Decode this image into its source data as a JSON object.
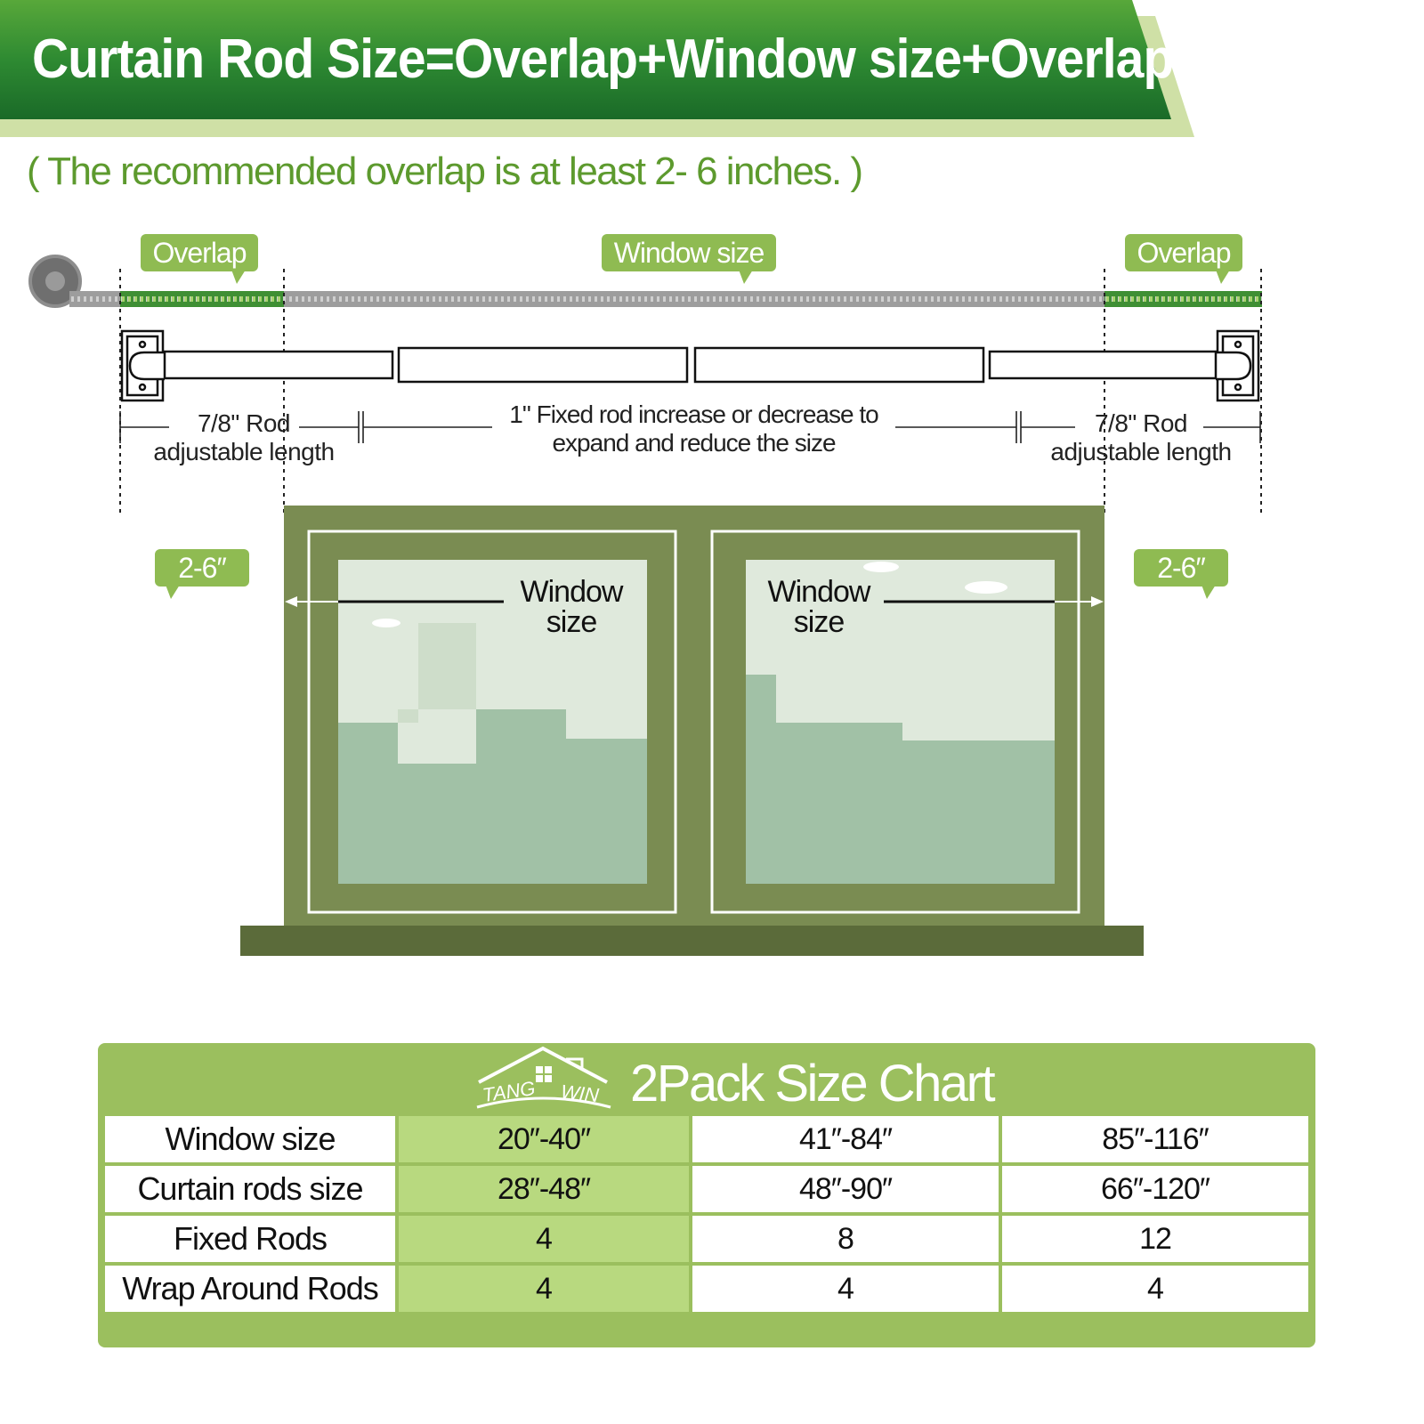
{
  "header": {
    "title": "Curtain Rod Size=Overlap+Window size+Overlap",
    "subtitle": "( The recommended overlap is at least 2- 6 inches. )"
  },
  "diagram": {
    "overlap_left_label": "Overlap",
    "window_size_label": "Window size",
    "overlap_right_label": "Overlap",
    "rod_left_label_line1": "7/8\"  Rod",
    "rod_left_label_line2": "adjustable length",
    "fixed_rod_label_line1": "1\" Fixed rod  increase or decrease to",
    "fixed_rod_label_line2": "expand and reduce the size",
    "rod_right_label_line1": "7/8\"  Rod",
    "rod_right_label_line2": "adjustable length",
    "left_gap_label": "2-6″",
    "right_gap_label": "2-6″",
    "window_left_label_line1": "Window",
    "window_left_label_line2": "size",
    "window_right_label_line1": "Window",
    "window_right_label_line2": "size"
  },
  "size_chart": {
    "brand_left": "TANG",
    "brand_right": "WIN",
    "title": "2Pack Size Chart",
    "rows": [
      {
        "label": "Window size",
        "values": [
          "20″-40″",
          "41″-84″",
          "85″-116″"
        ]
      },
      {
        "label": "Curtain rods size",
        "values": [
          "28″-48″",
          "48″-90″",
          "66″-120″"
        ]
      },
      {
        "label": "Fixed Rods",
        "values": [
          "4",
          "8",
          "12"
        ]
      },
      {
        "label": "Wrap Around Rods",
        "values": [
          "4",
          "4",
          "4"
        ]
      }
    ]
  },
  "colors": {
    "banner_dark": "#1f7a2c",
    "banner_light": "#cfe0a6",
    "accent_green": "#8fbb52",
    "window_frame": "#7a8c52",
    "window_sill": "#5b6b3a",
    "glass": "#a1c1a6",
    "chart_bg": "#9bbf5e",
    "chart_highlight": "#b8d97f"
  }
}
